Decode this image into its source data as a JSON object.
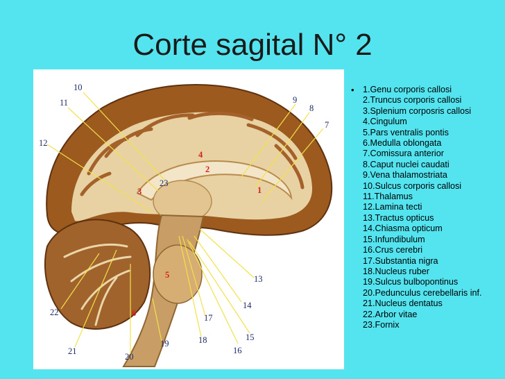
{
  "slide": {
    "title": "Corte sagital N° 2"
  },
  "legend": {
    "bullet": "•",
    "items": [
      "1.Genu corporis callosi",
      "2.Truncus corporis callosi",
      "3.Splenium corposris callosi",
      "4.Cingulum",
      "5.Pars ventralis pontis",
      "6.Medulla oblongata",
      "7.Comissura anterior",
      "8.Caput nuclei caudati",
      "9.Vena thalamostriata",
      "10.Sulcus corporis callosi",
      "11.Thalamus",
      "12.Lamina tecti",
      "13.Tractus opticus",
      "14.Chiasma opticum",
      "15.Infundibulum",
      "16.Crus cerebri",
      "17.Substantia nigra",
      "18.Nucleus ruber",
      "19.Sulcus bulbopontinus",
      "20.Pedunculus cerebellaris inf.",
      "21.Nucleus dentatus",
      "22.Arbor vitae",
      "23.Fornix"
    ]
  },
  "figure": {
    "labels": {
      "n1": "1",
      "n2": "2",
      "n3": "3",
      "n4": "4",
      "n5": "5",
      "n6": "6",
      "n7": "7",
      "n8": "8",
      "n9": "9",
      "n10": "10",
      "n11": "11",
      "n12": "12",
      "n13": "13",
      "n14": "14",
      "n15": "15",
      "n16": "16",
      "n17": "17",
      "n18": "18",
      "n19": "19",
      "n20": "20",
      "n21": "21",
      "n22": "22",
      "n23": "23"
    }
  }
}
